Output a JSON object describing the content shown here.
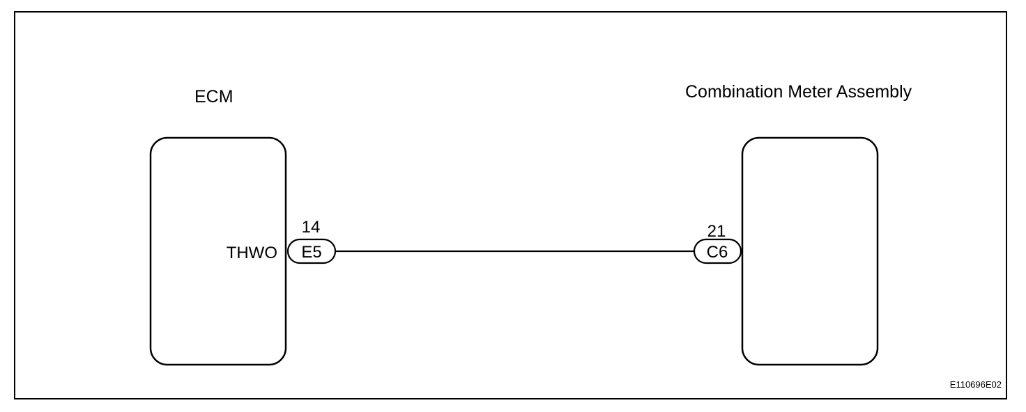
{
  "components": {
    "ecm": {
      "title": "ECM",
      "terminal_label": "THWO",
      "connector": {
        "pin": "14",
        "id": "E5"
      }
    },
    "combination_meter": {
      "title": "Combination Meter Assembly",
      "connector": {
        "pin": "21",
        "id": "C6"
      }
    }
  },
  "figure_code": "E110696E02",
  "colors": {
    "line": "#000000",
    "background": "#ffffff"
  }
}
